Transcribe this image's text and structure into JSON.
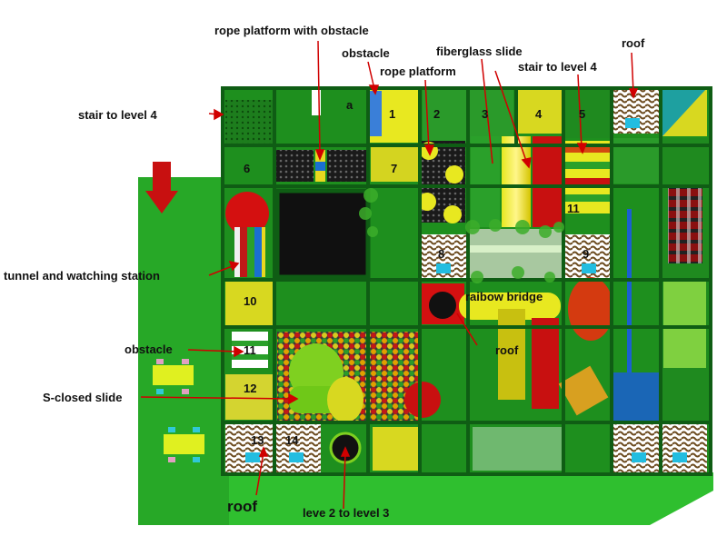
{
  "labels": {
    "rope_platform_obstacle": "rope platform with obstacle",
    "obstacle_top": "obstacle",
    "fiberglass_slide": "fiberglass slide",
    "roof_top": "roof",
    "rope_platform": "rope platform",
    "stair_level4_right": "stair to level 4",
    "stair_level4_left": "stair to level 4",
    "tunnel_watching": "tunnel and watching station",
    "raibow_bridge": "raibow bridge",
    "roof_mid": "roof",
    "obstacle_left": "obstacle",
    "s_closed_slide": "S-closed slide",
    "roof_bottom": "roof",
    "level2_3": "leve 2 to level 3"
  },
  "zones": [
    "a",
    "1",
    "2",
    "3",
    "4",
    "5",
    "6",
    "7",
    "8",
    "9",
    "10",
    "11",
    "11",
    "12",
    "13",
    "14"
  ],
  "colors": {
    "ground": "#2fbf2f",
    "structure": "#1e8f1e",
    "frame": "#0f5d14",
    "arrow": "#d00000",
    "yellow": "#e8e820",
    "red": "#d41010"
  }
}
